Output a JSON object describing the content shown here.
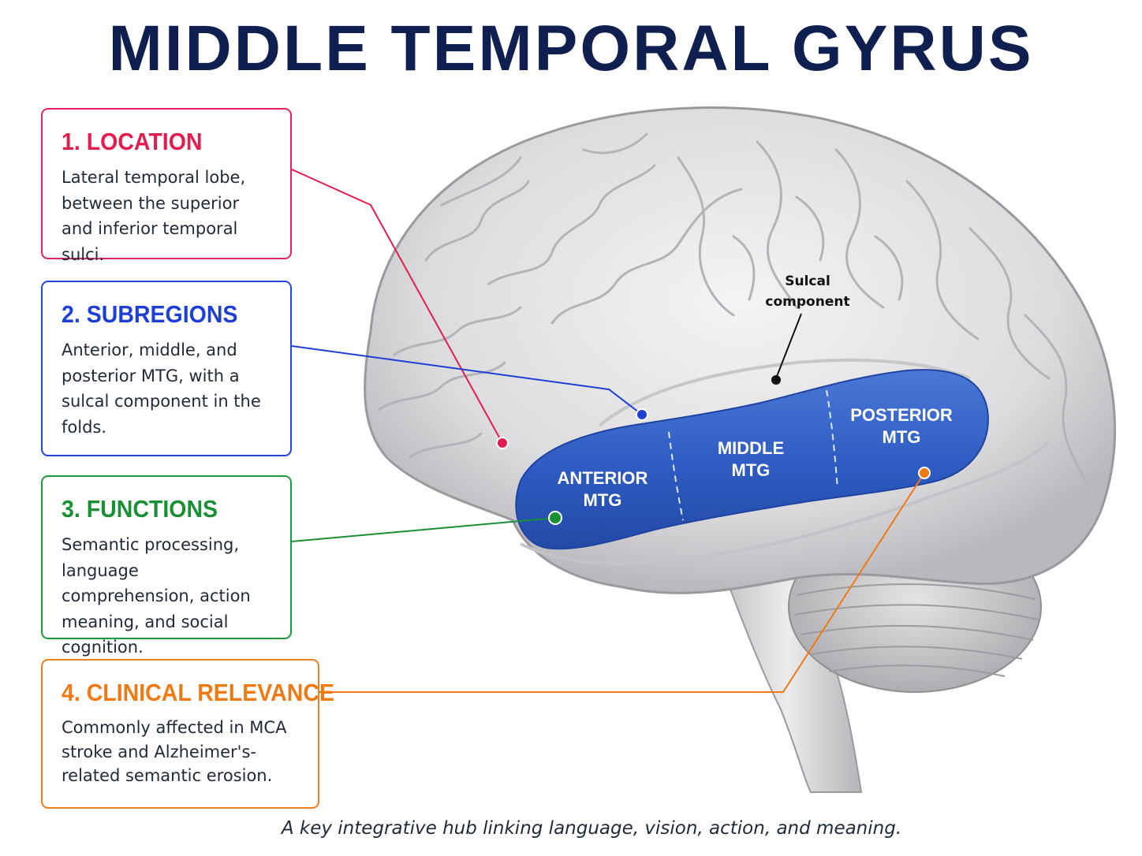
{
  "title": "MIDDLE TEMPORAL GYRUS",
  "cards": [
    {
      "heading": "1. LOCATION",
      "body": "Lateral temporal lobe, between the superior and inferior temporal sulci.",
      "color": "#e21d4e"
    },
    {
      "heading": "2. SUBREGIONS",
      "body": "Anterior, middle, and posterior MTG, with a sulcal component in the folds.",
      "color": "#1e3fd6"
    },
    {
      "heading": "3. FUNCTIONS",
      "body": "Semantic processing, language comprehension, action meaning, and social cognition.",
      "color": "#1a8f33"
    },
    {
      "heading": "4. CLINICAL RELEVANCE",
      "body": "Commonly affected in MCA stroke and Alzheimer's-related semantic erosion.",
      "color": "#ef7a14"
    }
  ],
  "diagram": {
    "regions": [
      {
        "line1": "ANTERIOR",
        "line2": "MTG"
      },
      {
        "line1": "MIDDLE",
        "line2": "MTG"
      },
      {
        "line1": "POSTERIOR",
        "line2": "MTG"
      }
    ],
    "sulcal_label": {
      "line1": "Sulcal",
      "line2": "component"
    },
    "mtg_color": "#2f5fc4",
    "brain_color": "#e6e6e8"
  },
  "caption": "A key integrative hub linking language, vision, action, and meaning."
}
